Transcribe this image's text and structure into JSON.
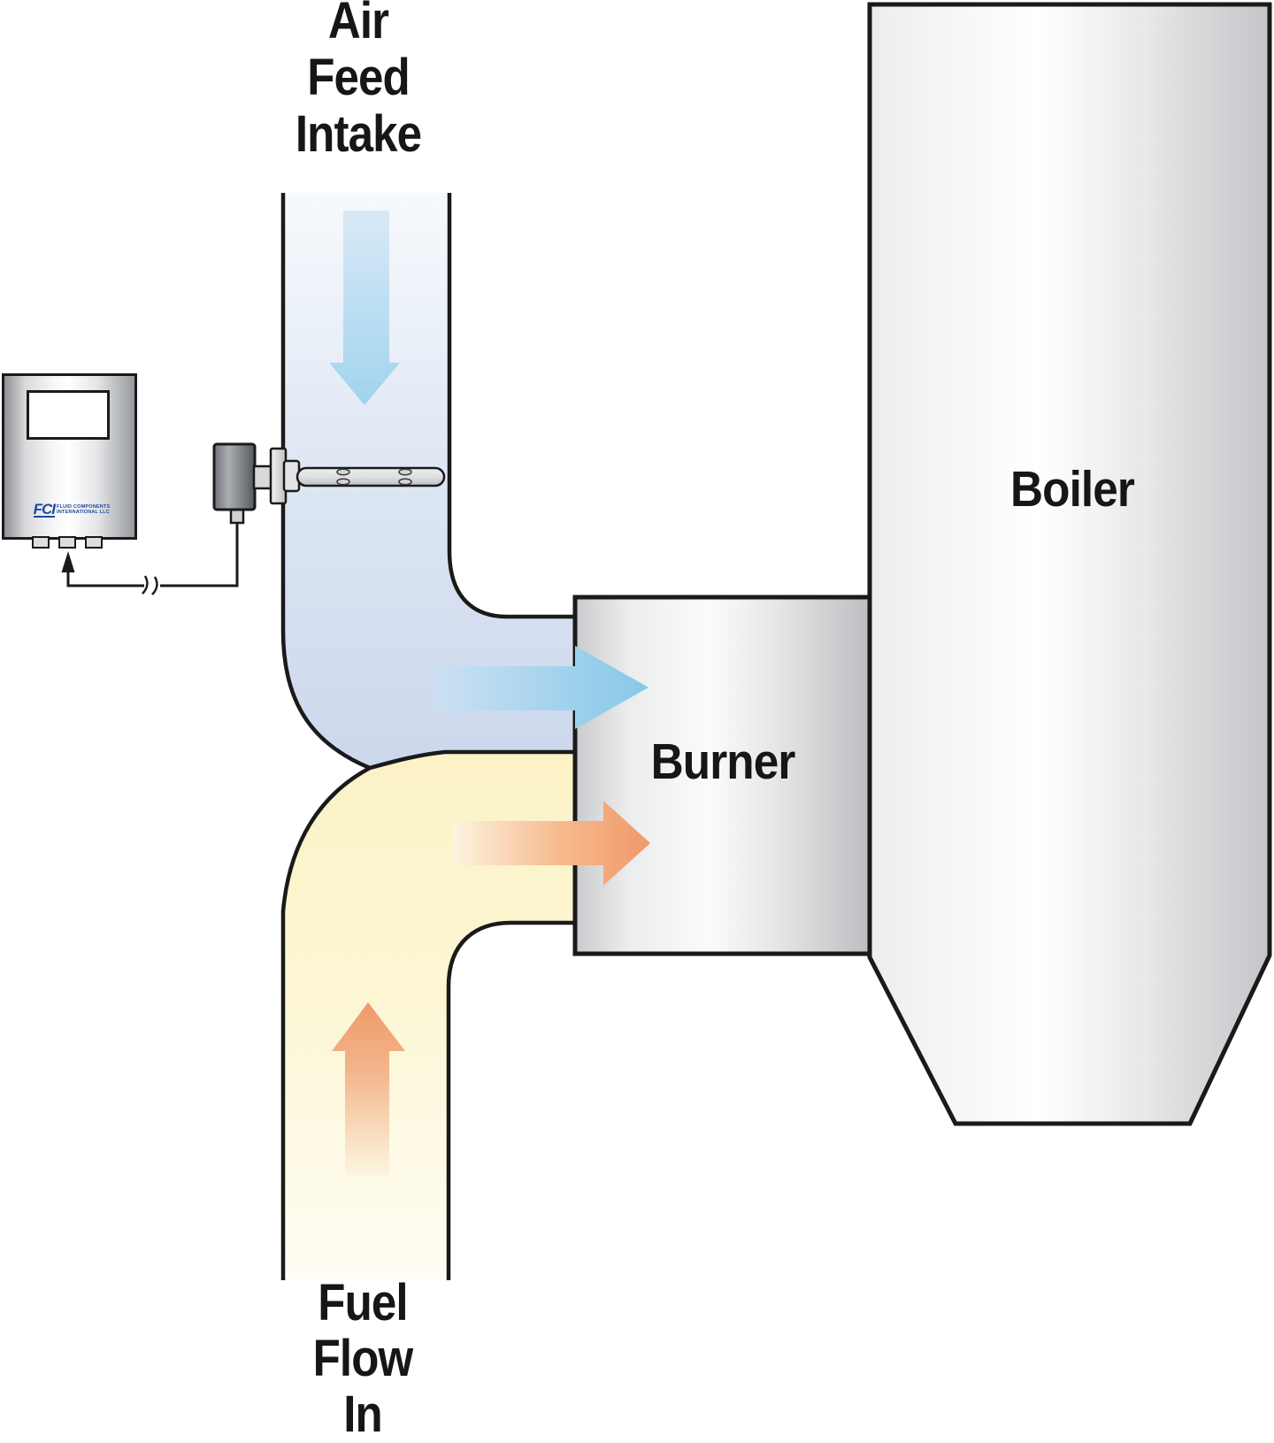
{
  "title": "Burner air and fuel feed flow diagram with flow meter",
  "labels": {
    "air_intake": {
      "line1": "Air",
      "line2": "Feed",
      "line3": "Intake"
    },
    "fuel_in": {
      "line1": "Fuel",
      "line2": "Flow",
      "line3": "In"
    },
    "burner": "Burner",
    "boiler": "Boiler"
  },
  "transmitter": {
    "brand_mark": "FCI",
    "brand_line1": "FLUID COMPONENTS",
    "brand_line2": "INTERNATIONAL LLC"
  },
  "colors": {
    "outline": "#1a1a1a",
    "air_duct_fill_top": "#f7fafd",
    "air_duct_fill_bottom": "#cbd7ec",
    "fuel_duct_fill_top": "#fbf2c6",
    "fuel_duct_fill_bottom": "#fffdf4",
    "air_arrow": "#a0d4ee",
    "fuel_arrow": "#f09a68",
    "metal_light": "#fafafa",
    "metal_dark": "#bcbec1",
    "logo_blue": "#1b4a9e"
  }
}
